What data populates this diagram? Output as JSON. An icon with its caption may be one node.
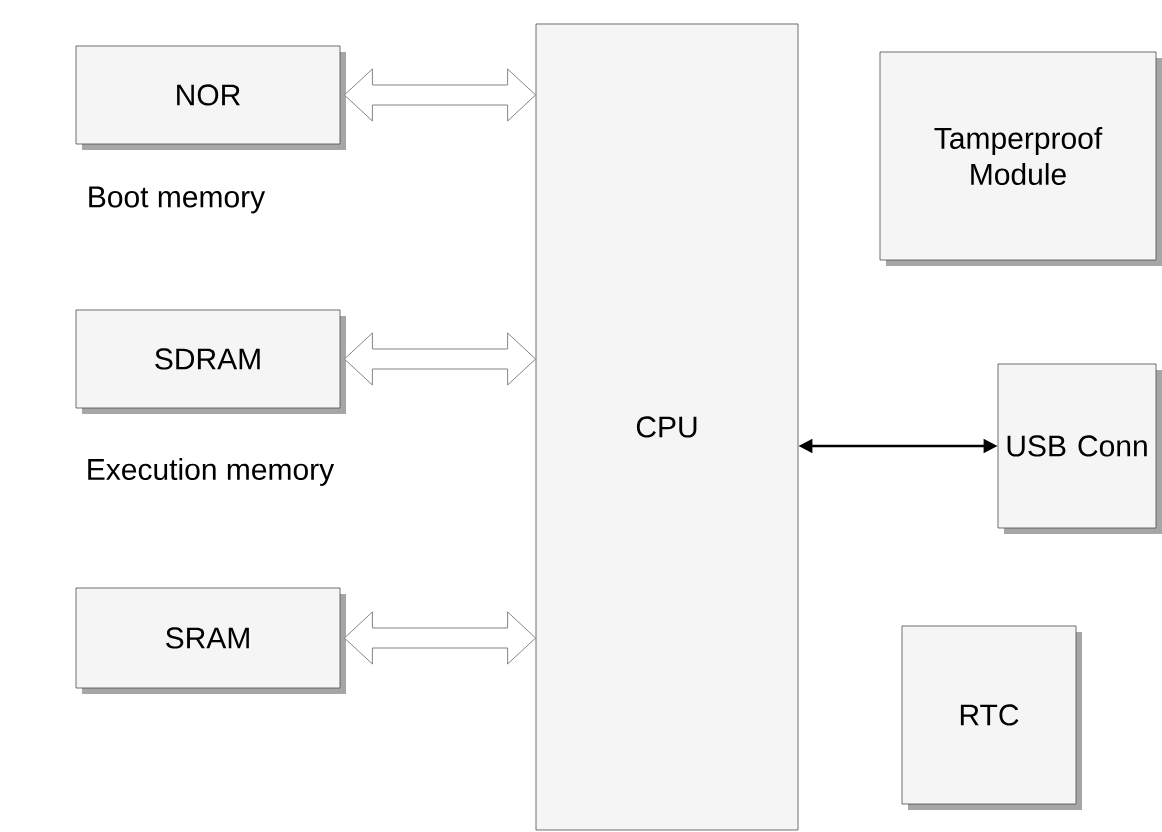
{
  "diagram": {
    "nodes": [
      {
        "text": [
          "NOR"
        ],
        "beside": [
          "Boot memory"
        ]
      },
      {
        "text": [
          "SDRAM"
        ],
        "beside": [
          "Execution memory"
        ]
      },
      {
        "text": [
          "SRAM"
        ]
      },
      {
        "text": [
          "CPU"
        ]
      },
      {
        "text": [
          "Tamperproof Module"
        ]
      },
      {
        "text": [
          "USB Conn"
        ]
      },
      {
        "text": [
          "RTC"
        ]
      }
    ],
    "edges": [
      {
        "from": 0,
        "to": 3,
        "arrow": "both",
        "style": "thick"
      },
      {
        "from": 1,
        "to": 3,
        "arrow": "both",
        "style": "thick"
      },
      {
        "from": 2,
        "to": 3,
        "arrow": "both",
        "style": "thick"
      },
      {
        "from": 3,
        "to": 5,
        "arrow": "both"
      }
    ]
  }
}
